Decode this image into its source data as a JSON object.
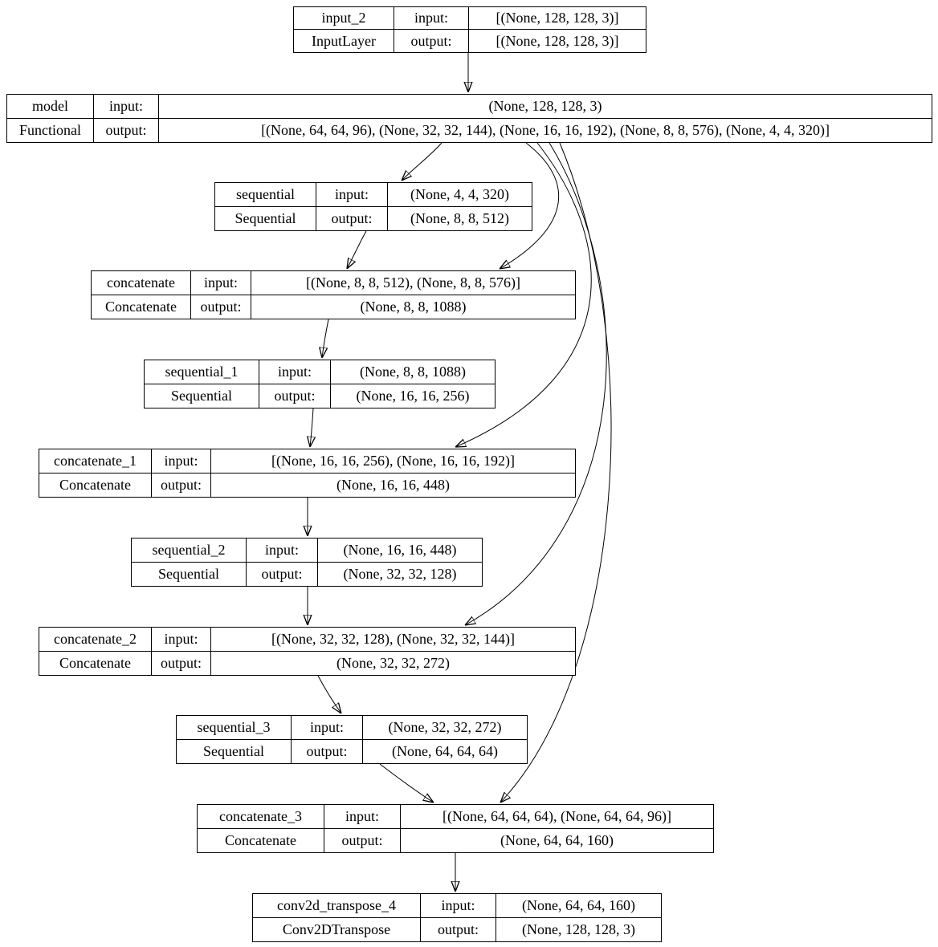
{
  "labels": {
    "input": "input:",
    "output": "output:"
  },
  "colors": {
    "background": "#ffffff",
    "border": "#000000",
    "edge": "#000000"
  },
  "nodes": [
    {
      "name": "input_2",
      "type": "InputLayer",
      "input": "[(None, 128, 128, 3)]",
      "output": "[(None, 128, 128, 3)]"
    },
    {
      "name": "model",
      "type": "Functional",
      "input": "(None, 128, 128, 3)",
      "output": "[(None, 64, 64, 96), (None, 32, 32, 144), (None, 16, 16, 192), (None, 8, 8, 576), (None, 4, 4, 320)]"
    },
    {
      "name": "sequential",
      "type": "Sequential",
      "input": "(None, 4, 4, 320)",
      "output": "(None, 8, 8, 512)"
    },
    {
      "name": "concatenate",
      "type": "Concatenate",
      "input": "[(None, 8, 8, 512), (None, 8, 8, 576)]",
      "output": "(None, 8, 8, 1088)"
    },
    {
      "name": "sequential_1",
      "type": "Sequential",
      "input": "(None, 8, 8, 1088)",
      "output": "(None, 16, 16, 256)"
    },
    {
      "name": "concatenate_1",
      "type": "Concatenate",
      "input": "[(None, 16, 16, 256), (None, 16, 16, 192)]",
      "output": "(None, 16, 16, 448)"
    },
    {
      "name": "sequential_2",
      "type": "Sequential",
      "input": "(None, 16, 16, 448)",
      "output": "(None, 32, 32, 128)"
    },
    {
      "name": "concatenate_2",
      "type": "Concatenate",
      "input": "[(None, 32, 32, 128), (None, 32, 32, 144)]",
      "output": "(None, 32, 32, 272)"
    },
    {
      "name": "sequential_3",
      "type": "Sequential",
      "input": "(None, 32, 32, 272)",
      "output": "(None, 64, 64, 64)"
    },
    {
      "name": "concatenate_3",
      "type": "Concatenate",
      "input": "[(None, 64, 64, 64), (None, 64, 64, 96)]",
      "output": "(None, 64, 64, 160)"
    },
    {
      "name": "conv2d_transpose_4",
      "type": "Conv2DTranspose",
      "input": "(None, 64, 64, 160)",
      "output": "(None, 128, 128, 3)"
    }
  ],
  "edges": [
    {
      "from": "input_2",
      "to": "model"
    },
    {
      "from": "model",
      "to": "sequential"
    },
    {
      "from": "model",
      "to": "concatenate"
    },
    {
      "from": "model",
      "to": "concatenate_1"
    },
    {
      "from": "model",
      "to": "concatenate_2"
    },
    {
      "from": "model",
      "to": "concatenate_3"
    },
    {
      "from": "sequential",
      "to": "concatenate"
    },
    {
      "from": "concatenate",
      "to": "sequential_1"
    },
    {
      "from": "sequential_1",
      "to": "concatenate_1"
    },
    {
      "from": "concatenate_1",
      "to": "sequential_2"
    },
    {
      "from": "sequential_2",
      "to": "concatenate_2"
    },
    {
      "from": "concatenate_2",
      "to": "sequential_3"
    },
    {
      "from": "sequential_3",
      "to": "concatenate_3"
    },
    {
      "from": "concatenate_3",
      "to": "conv2d_transpose_4"
    }
  ]
}
